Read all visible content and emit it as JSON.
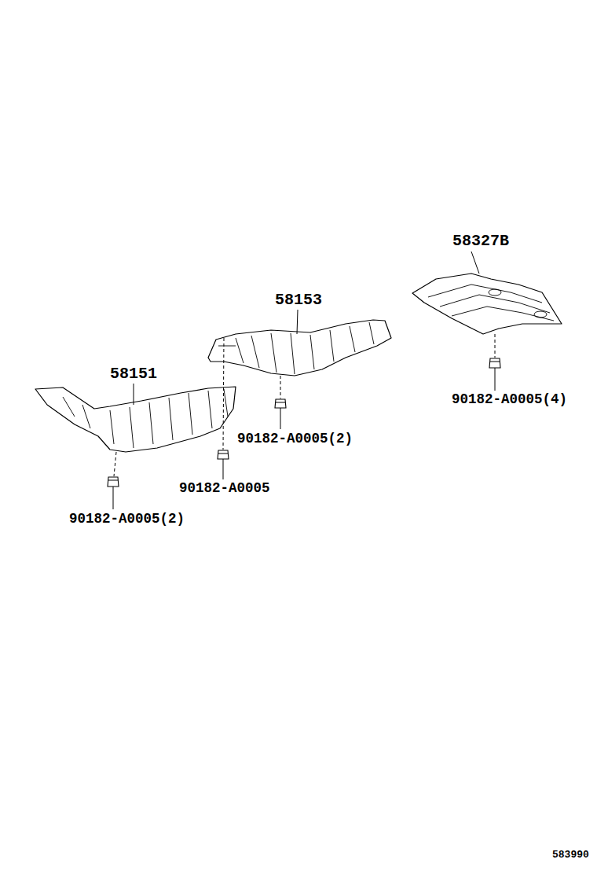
{
  "diagram": {
    "labels": [
      "58327B",
      "58153",
      "90182-A0005(4)",
      "58151",
      "90182-A0005(2)",
      "90182-A0005",
      "90182-A0005(2)",
      "583990"
    ]
  }
}
